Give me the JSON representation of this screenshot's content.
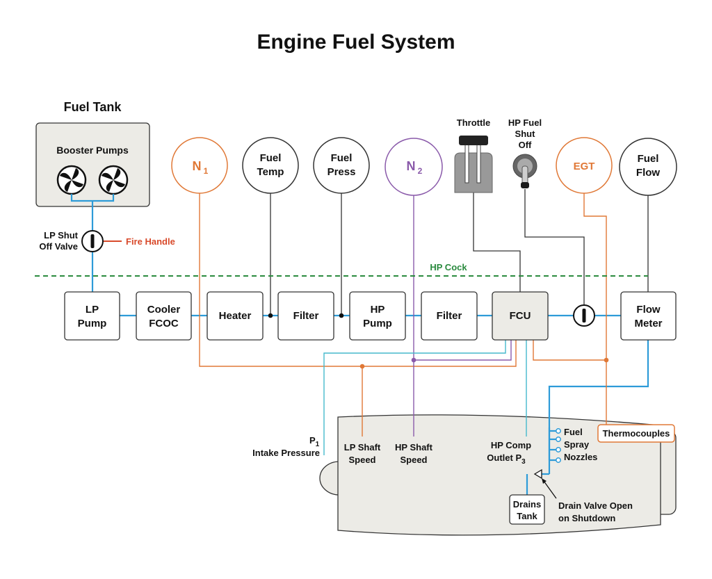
{
  "title": "Engine Fuel System",
  "fuel_tank": {
    "title": "Fuel Tank",
    "booster": "Booster Pumps"
  },
  "valves": {
    "lp_shutoff_1": "LP Shut",
    "lp_shutoff_2": "Off Valve",
    "fire_handle": "Fire Handle",
    "hp_cock": "HP Cock"
  },
  "components": [
    {
      "l1": "LP",
      "l2": "Pump"
    },
    {
      "l1": "Cooler",
      "l2": "FCOC"
    },
    {
      "l1": "Heater",
      "l2": ""
    },
    {
      "l1": "Filter",
      "l2": ""
    },
    {
      "l1": "HP",
      "l2": "Pump"
    },
    {
      "l1": "Filter",
      "l2": ""
    },
    {
      "l1": "FCU",
      "l2": ""
    },
    {
      "l1": "Flow",
      "l2": "Meter"
    }
  ],
  "gauges": {
    "n1": {
      "main": "N",
      "sub": "1"
    },
    "fuel_temp": {
      "l1": "Fuel",
      "l2": "Temp"
    },
    "fuel_press": {
      "l1": "Fuel",
      "l2": "Press"
    },
    "n2": {
      "main": "N",
      "sub": "2"
    },
    "egt": "EGT",
    "fuel_flow": {
      "l1": "Fuel",
      "l2": "Flow"
    }
  },
  "controls": {
    "throttle": "Throttle",
    "hp_shutoff_1": "HP Fuel",
    "hp_shutoff_2": "Shut",
    "hp_shutoff_3": "Off"
  },
  "engine_labels": {
    "p1_main": "P",
    "p1_sub": "1",
    "intake": "Intake Pressure",
    "lp_shaft_1": "LP Shaft",
    "lp_shaft_2": "Speed",
    "hp_shaft_1": "HP Shaft",
    "hp_shaft_2": "Speed",
    "hp_comp_1": "HP Comp",
    "hp_comp_2": "Outlet P",
    "hp_comp_sub": "3",
    "nozzles_1": "Fuel",
    "nozzles_2": "Spray",
    "nozzles_3": "Nozzles",
    "thermocouples": "Thermocouples",
    "drains_1": "Drains",
    "drains_2": "Tank",
    "drain_valve_1": "Drain Valve Open",
    "drain_valve_2": "on Shutdown"
  },
  "colors": {
    "fuel_line": "#2d9bd8",
    "pressure_line": "#45b9cc",
    "n1_line": "#e07836",
    "n2_line": "#8a5aaa",
    "hp_cock": "#2a8a3e",
    "fire_handle": "#d84a2b"
  }
}
